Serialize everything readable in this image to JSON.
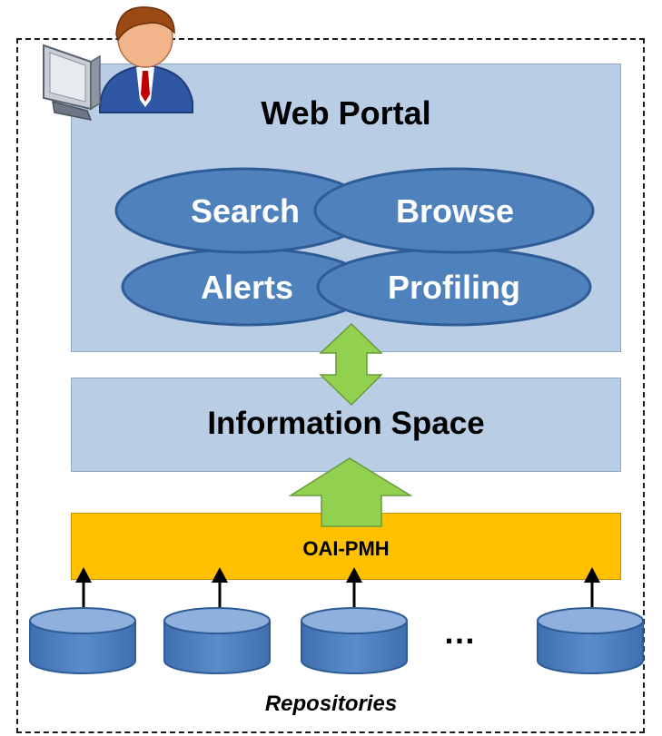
{
  "diagram": {
    "portal_title": "Web Portal",
    "services": [
      "Search",
      "Browse",
      "Alerts",
      "Profiling"
    ],
    "info_title": "Information Space",
    "protocol_label": "OAI-PMH",
    "ellipsis": "…",
    "caption": "Repositories"
  },
  "colors": {
    "panel": "#b9cde5",
    "ellipse_fill": "#4f81bd",
    "ellipse_stroke": "#2e5c96",
    "arrow_green": "#92d050",
    "protocol_bar": "#ffc000"
  },
  "icons": {
    "user": "user-at-computer-icon",
    "database": "cylinder-database-icon"
  }
}
